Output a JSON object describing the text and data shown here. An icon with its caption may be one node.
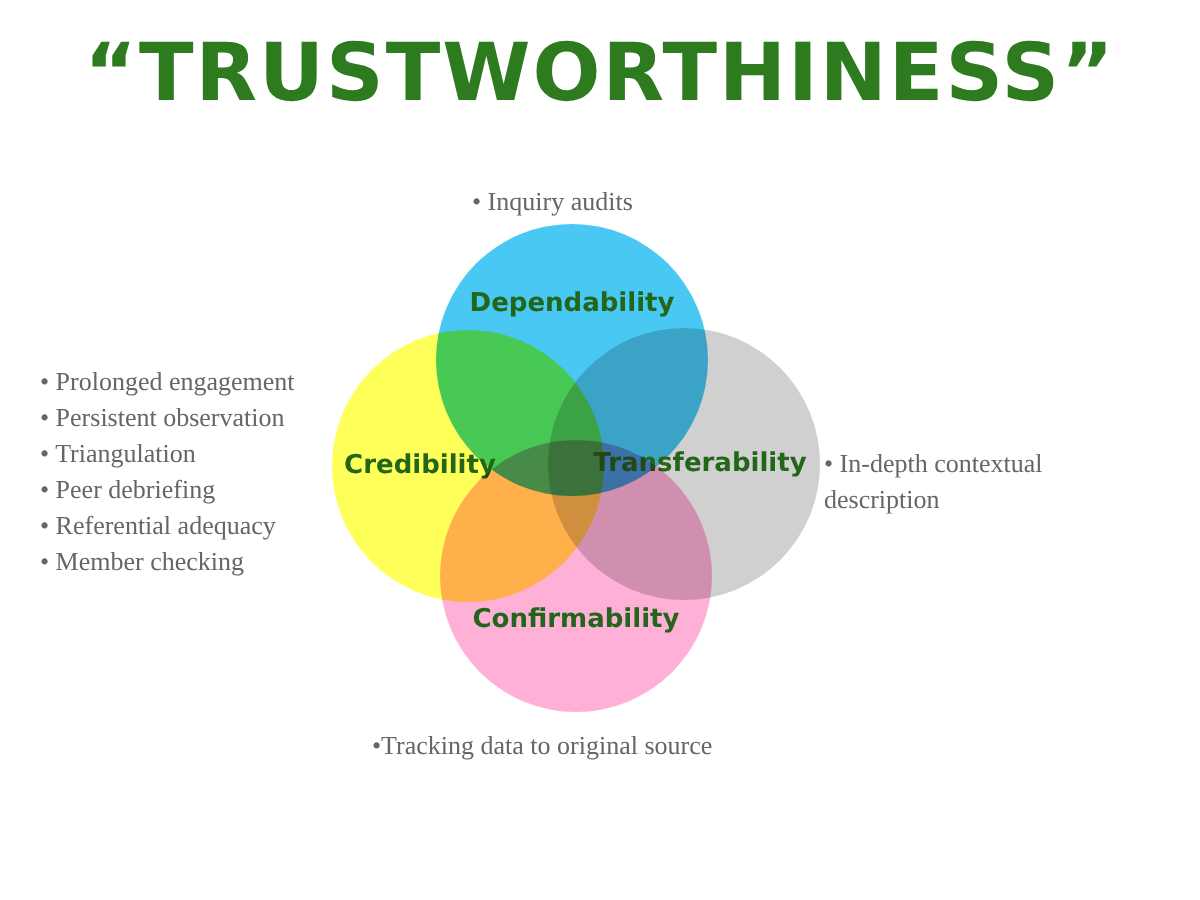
{
  "diagram": {
    "title": "“TRUSTWORTHINESS”",
    "nodes": [
      {
        "text": [
          "Dependability"
        ],
        "beside": [
          "• Inquiry audits"
        ]
      },
      {
        "text": [
          "Credibility"
        ],
        "beside": [
          "• Prolonged engagement",
          "• Persistent observation",
          "• Triangulation",
          "• Peer debriefing",
          "• Referential adequacy",
          "• Member checking"
        ]
      },
      {
        "text": [
          "Transferability"
        ],
        "beside": [
          "• In-depth contextual description"
        ]
      },
      {
        "text": [
          "Confirmability"
        ],
        "beside": [
          "•Tracking data to original source"
        ]
      }
    ]
  }
}
